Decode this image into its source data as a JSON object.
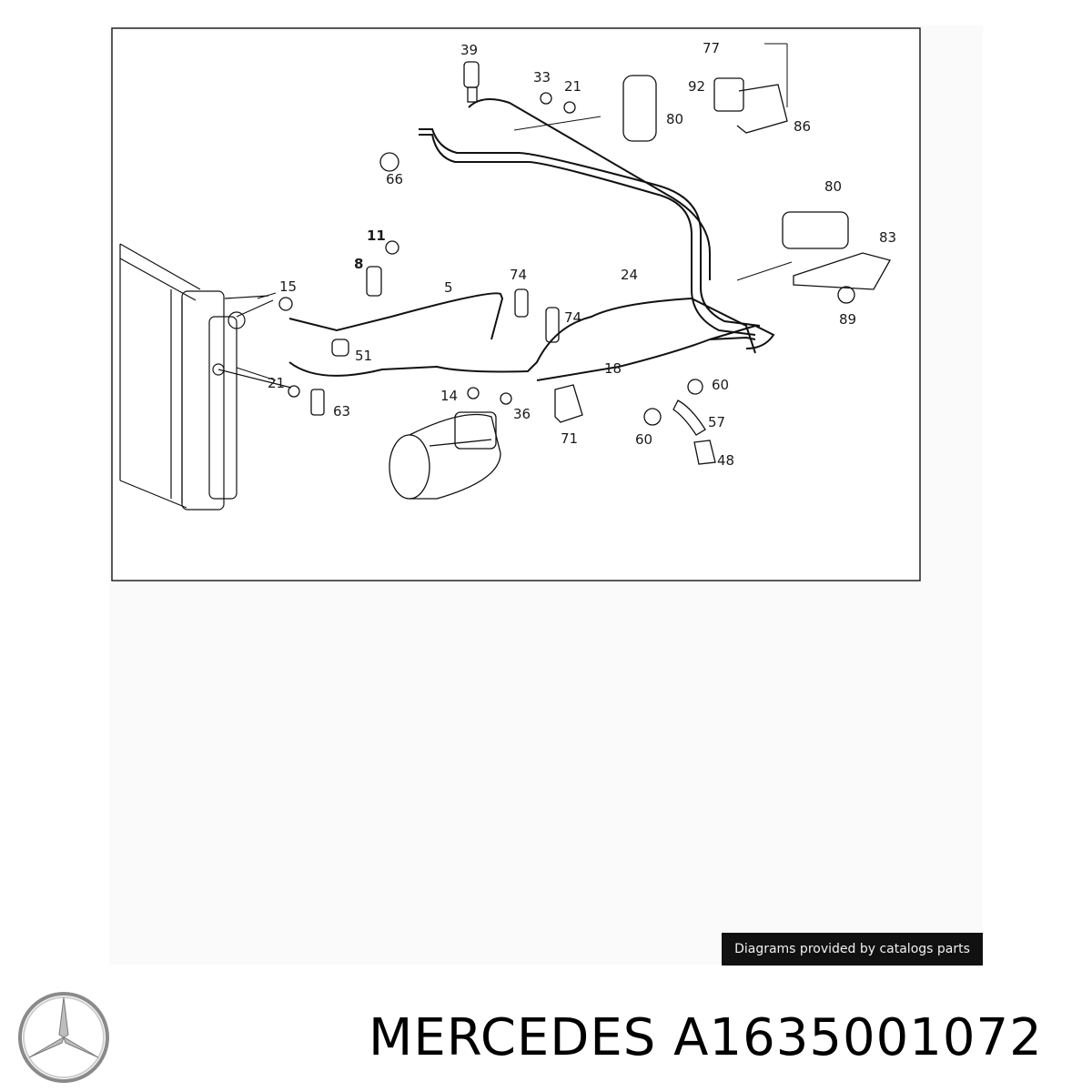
{
  "diagram": {
    "callouts": [
      {
        "id": "c39",
        "text": "39"
      },
      {
        "id": "c33",
        "text": "33"
      },
      {
        "id": "c21a",
        "text": "21"
      },
      {
        "id": "c80a",
        "text": "80"
      },
      {
        "id": "c77",
        "text": "77"
      },
      {
        "id": "c92",
        "text": "92"
      },
      {
        "id": "c86",
        "text": "86"
      },
      {
        "id": "c66",
        "text": "66"
      },
      {
        "id": "c80b",
        "text": "80"
      },
      {
        "id": "c83",
        "text": "83"
      },
      {
        "id": "c89",
        "text": "89"
      },
      {
        "id": "c11",
        "text": "11"
      },
      {
        "id": "c8",
        "text": "8"
      },
      {
        "id": "c15",
        "text": "15"
      },
      {
        "id": "c5",
        "text": "5"
      },
      {
        "id": "c74a",
        "text": "74"
      },
      {
        "id": "c24",
        "text": "24"
      },
      {
        "id": "c74b",
        "text": "74"
      },
      {
        "id": "c51",
        "text": "51"
      },
      {
        "id": "c18",
        "text": "18"
      },
      {
        "id": "c21b",
        "text": "21"
      },
      {
        "id": "c63",
        "text": "63"
      },
      {
        "id": "c14",
        "text": "14"
      },
      {
        "id": "c36",
        "text": "36"
      },
      {
        "id": "c71",
        "text": "71"
      },
      {
        "id": "c60a",
        "text": "60"
      },
      {
        "id": "c57",
        "text": "57"
      },
      {
        "id": "c60b",
        "text": "60"
      },
      {
        "id": "c48",
        "text": "48"
      }
    ]
  },
  "badge": {
    "text": "Diagrams provided by catalogs parts"
  },
  "product": {
    "brand": "MERCEDES",
    "part_number": "A1635001072",
    "title": "MERCEDES A1635001072"
  },
  "colors": {
    "badge_bg": "#111111",
    "frame_border": "#222222",
    "panel_bg": "#fafafa"
  },
  "logo": {
    "icon": "mercedes-star-icon"
  }
}
